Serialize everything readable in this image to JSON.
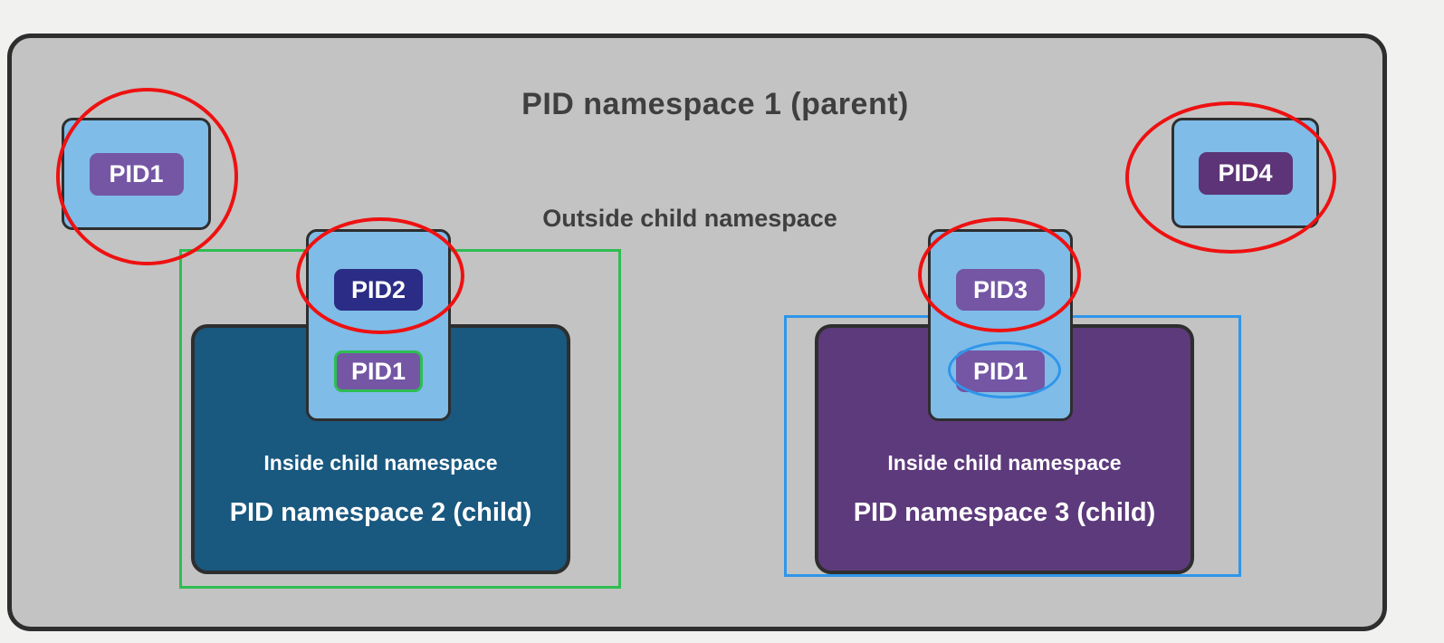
{
  "diagram": {
    "parent_namespace": {
      "title": "PID namespace 1 (parent)",
      "outside_label": "Outside child namespace",
      "process_left": {
        "label": "PID1"
      },
      "process_right": {
        "label": "PID4"
      }
    },
    "namespace2": {
      "inside_label": "Inside child namespace",
      "name": "PID namespace 2 (child)",
      "process_outer": {
        "label": "PID2"
      },
      "process_inner": {
        "label": "PID1"
      }
    },
    "namespace3": {
      "inside_label": "Inside child namespace",
      "name": "PID namespace 3 (child)",
      "process_outer": {
        "label": "PID3"
      },
      "process_inner": {
        "label": "PID1"
      }
    }
  },
  "colors": {
    "page_bg": "#f1f1f0",
    "container_bg": "#c3c3c3",
    "container_border": "#2e2e2e",
    "heading_text": "#3f3f3f",
    "light_text": "#ffffff",
    "process_box": "#7fbce8",
    "badge_purple": "#7456a5",
    "badge_indigo": "#2b2c85",
    "badge_dark_purple": "#5c3477",
    "ns2_fill": "#19587f",
    "ns3_fill": "#5d3a7b",
    "green_outline": "#2ebd52",
    "blue_outline": "#2f96ea",
    "red_highlight": "#ee1111"
  }
}
